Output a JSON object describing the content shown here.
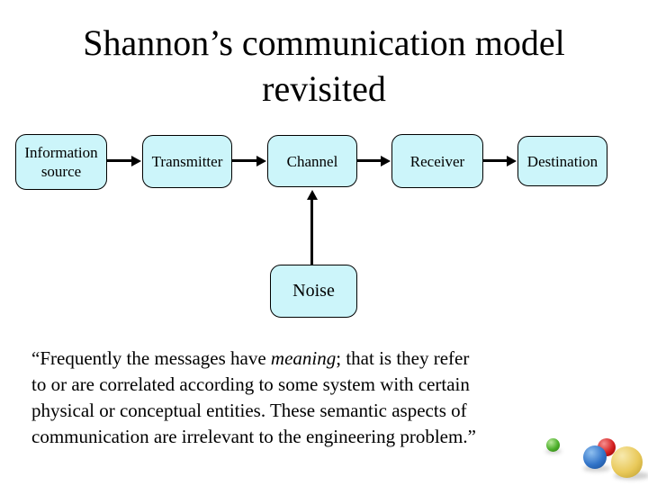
{
  "slide": {
    "title": "Shannon’s communication model revisited",
    "diagram": {
      "boxes": [
        {
          "id": "information-source",
          "label": "Information source"
        },
        {
          "id": "transmitter",
          "label": "Transmitter"
        },
        {
          "id": "channel",
          "label": "Channel"
        },
        {
          "id": "receiver",
          "label": "Receiver"
        },
        {
          "id": "destination",
          "label": "Destination"
        },
        {
          "id": "noise",
          "label": "Noise"
        }
      ],
      "connections": [
        "Information source -> Transmitter",
        "Transmitter -> Channel",
        "Channel -> Receiver",
        "Receiver -> Destination",
        "Noise -> Channel"
      ]
    },
    "quote": {
      "line1_pre": "“Frequently the messages have ",
      "line1_italic": "meaning",
      "line1_post": "; that is they refer",
      "line2": "to or are correlated according to some system with certain",
      "line3": "physical or conceptual entities. These semantic aspects of",
      "line4": "communication are irrelevant to the engineering problem.”"
    },
    "colors": {
      "box_fill": "#ccf5fa",
      "box_border": "#000000",
      "text": "#000000",
      "ball_green": "#4caf2a",
      "ball_blue": "#3274c8",
      "ball_red": "#d42020",
      "ball_yellow": "#e9c95a"
    }
  }
}
